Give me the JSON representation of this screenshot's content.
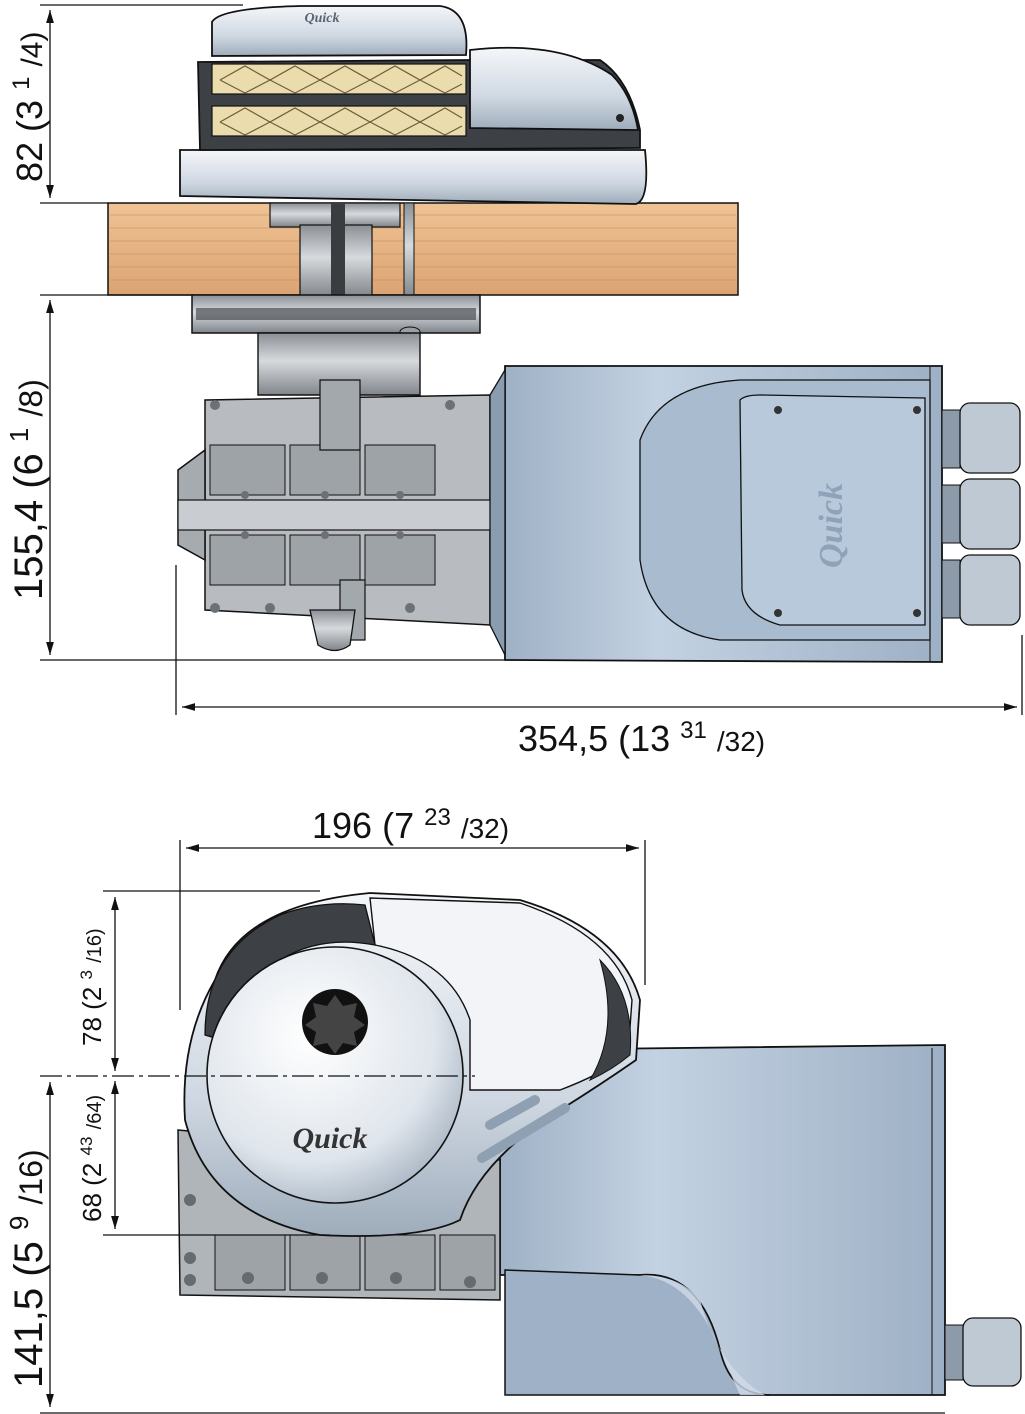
{
  "brand": "Quick",
  "colors": {
    "housing": "#b8c9dc",
    "housing_dark": "#8fa3ba",
    "cover": "#dfe6ee",
    "deck_wood": "#e8b585",
    "metal": "#a9adb2",
    "metal_dark": "#6f7478",
    "gypsy": "#ebdcae",
    "line": "#111111"
  },
  "top_view": {
    "dim_height_top": {
      "main": "82",
      "paren": "(3 ",
      "whole_sup": "1",
      "frac": "/4)"
    },
    "dim_height_below": {
      "main": "155,4",
      "paren": "(6 ",
      "whole_sup": "1",
      "frac": "/8)"
    },
    "dim_width": {
      "main": "354,5",
      "paren": "(13 ",
      "whole_sup": "31",
      "frac": "/32)"
    }
  },
  "bottom_view": {
    "dim_width": {
      "main": "196",
      "paren": "(7 ",
      "whole_sup": "23",
      "frac": "/32)"
    },
    "dim_upper": {
      "main": "78",
      "paren": "(2 ",
      "whole_sup": "3",
      "frac": "/16)"
    },
    "dim_lower": {
      "main": "68",
      "paren": "(2 ",
      "whole_sup": "43",
      "frac": "/64)"
    },
    "dim_total": {
      "main": "141,5",
      "paren": "(5 ",
      "whole_sup": "9",
      "frac": "/16)"
    }
  }
}
